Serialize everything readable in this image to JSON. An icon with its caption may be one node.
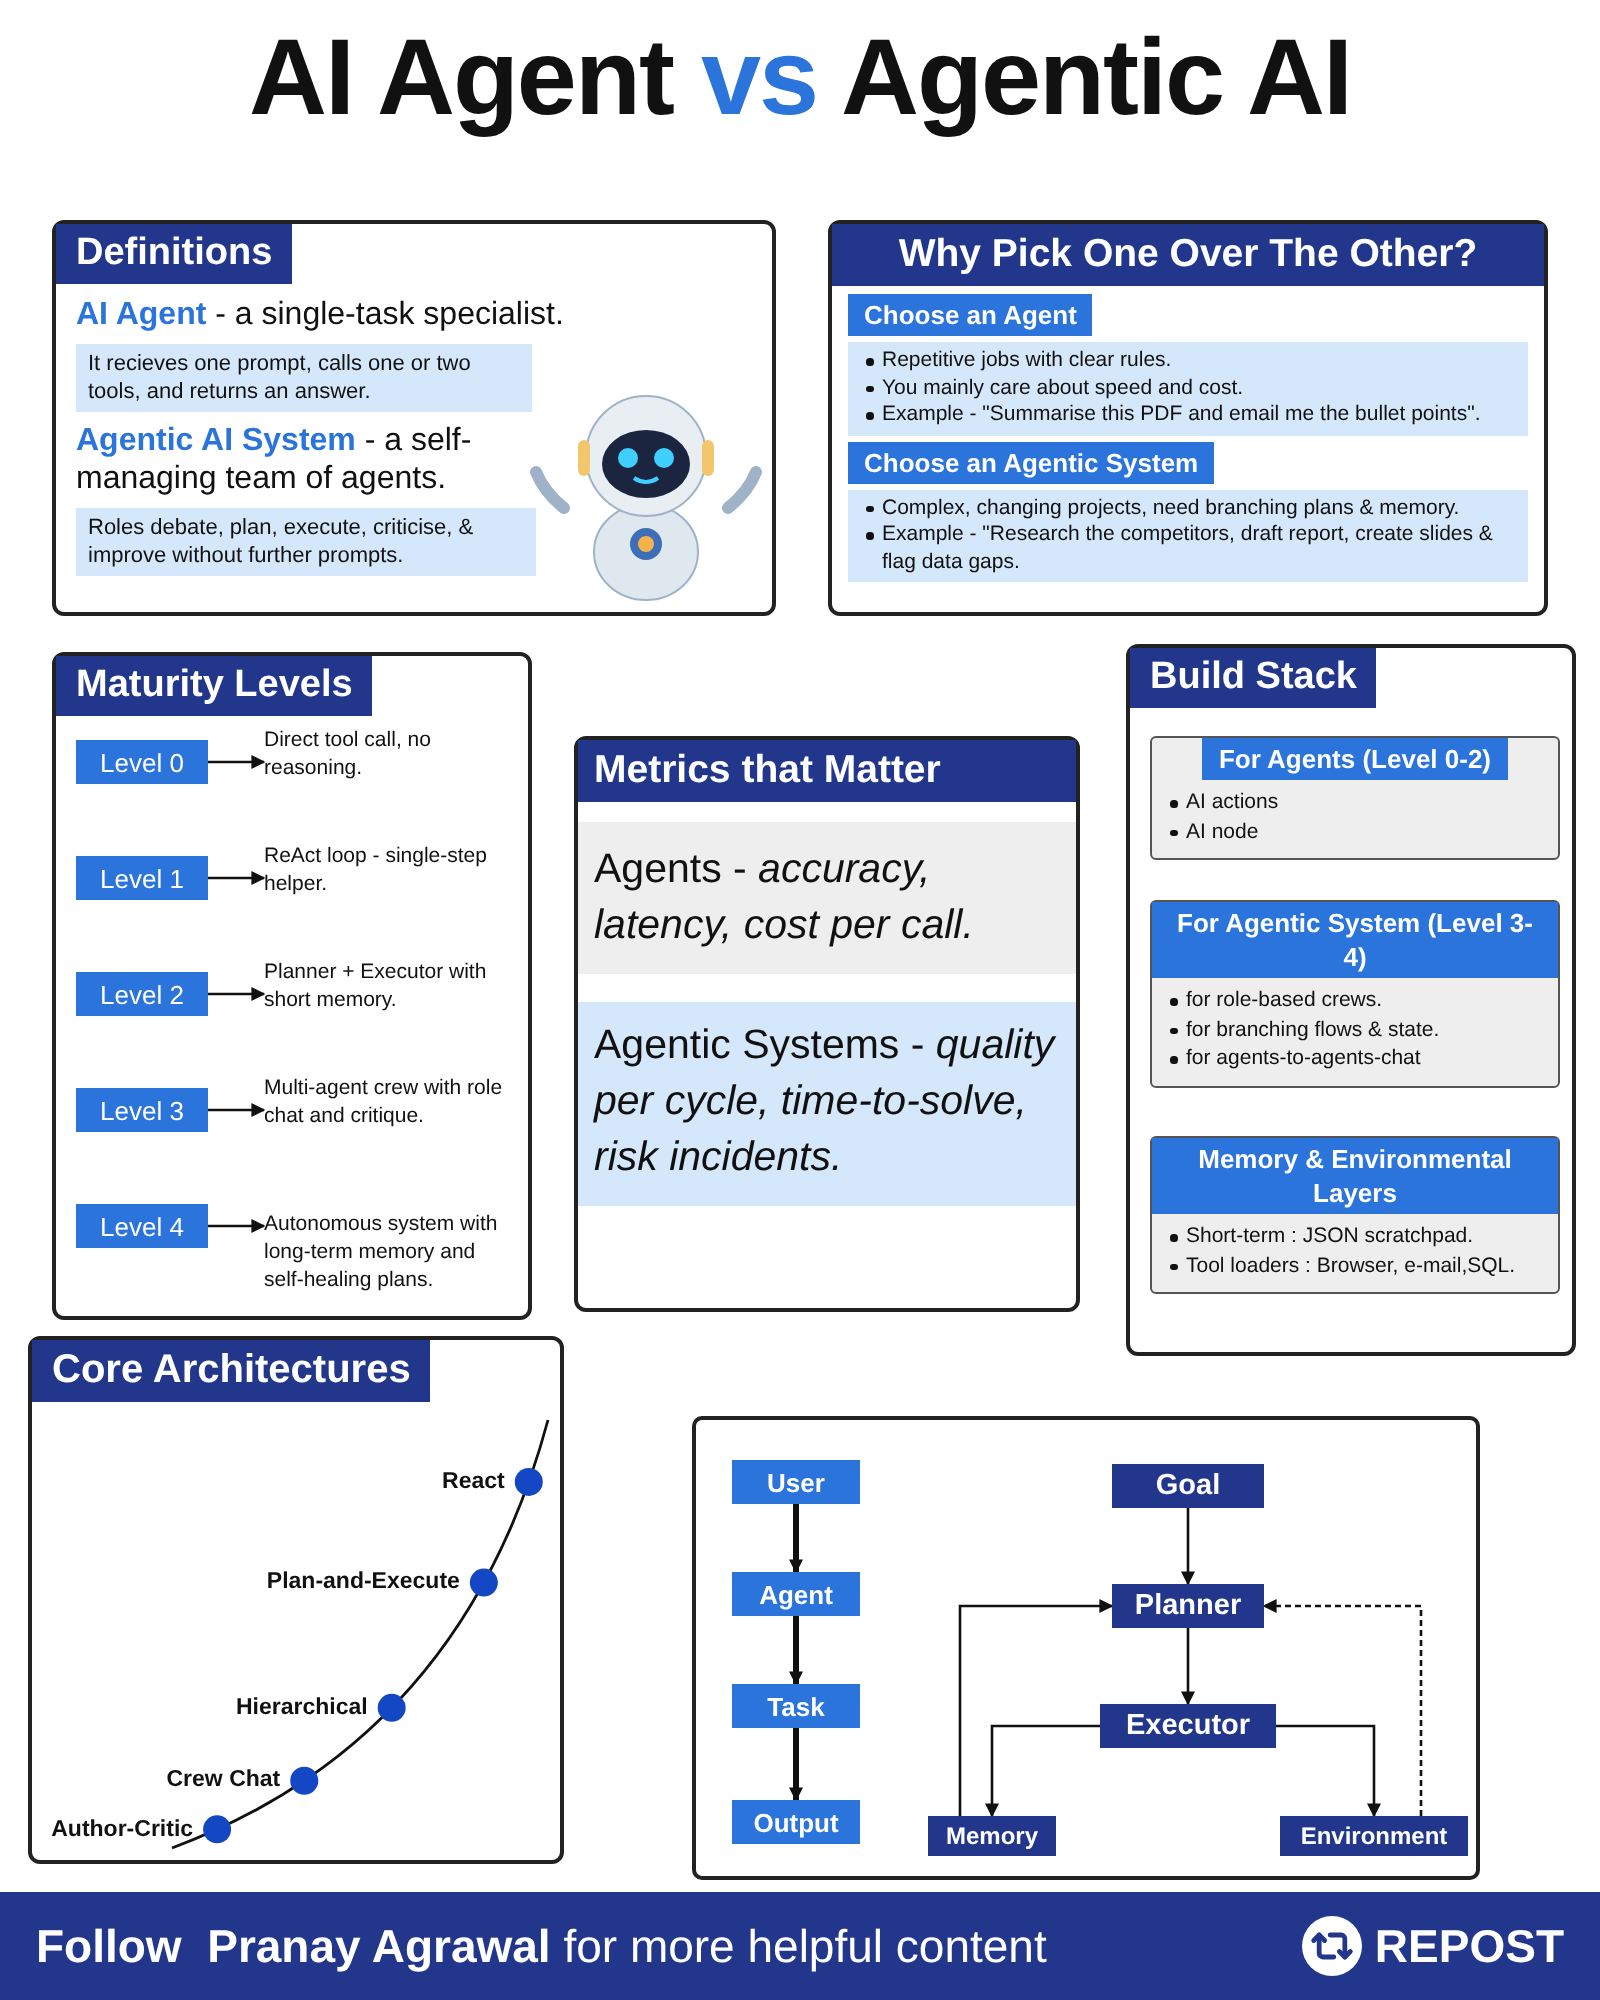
{
  "diagram": {
    "title": "AI Agent **vs** Agentic AI",
    "nodes": [
      {
        "text": [
          "Definitions",
          "**AI Agent** - a single-task specialist.",
          "It recieves one prompt, calls one or two tools, and returns an answer.",
          "**Agentic AI System** - a self-managing team of agents.",
          "Roles debate, plan, execute, criticise, & improve without further prompts."
        ]
      },
      {
        "text": [
          "Why Pick One Over The Other?",
          "Choose an Agent",
          "Repetitive jobs with clear rules.",
          "You mainly care about speed and cost.",
          "Example - \"Summarise this PDF and email me the bullet points\".",
          "Choose an Agentic System",
          "Complex, changing projects, need branching plans & memory.",
          "Example - \"Research the competitors, draft report, create slides & flag data gaps."
        ]
      },
      {
        "text": [
          "Maturity Levels"
        ]
      },
      {
        "text": [
          "Level 0"
        ],
        "in": 2
      },
      {
        "text": [
          "Direct tool call, no reasoning."
        ],
        "in": 2
      },
      {
        "text": [
          "Level 1"
        ],
        "in": 2
      },
      {
        "text": [
          "ReAct loop - single-step helper."
        ],
        "in": 2
      },
      {
        "text": [
          "Level 2"
        ],
        "in": 2
      },
      {
        "text": [
          "Planner + Executor with short memory."
        ],
        "in": 2
      },
      {
        "text": [
          "Level 3"
        ],
        "in": 2
      },
      {
        "text": [
          "Multi-agent crew with role chat and critique."
        ],
        "in": 2
      },
      {
        "text": [
          "Level 4"
        ],
        "in": 2
      },
      {
        "text": [
          "Autonomous system with long-term memory and self-healing plans."
        ],
        "in": 2
      },
      {
        "text": [
          "Metrics that Matter",
          "Agents - *accuracy, latency, cost per call.*",
          "Agentic Systems - *quality per cycle, time-to-solve, risk incidents.*"
        ]
      },
      {
        "text": [
          "Build Stack"
        ]
      },
      {
        "text": [
          "For Agents (Level 0-2)",
          "AI actions",
          "AI node"
        ],
        "in": 14
      },
      {
        "text": [
          "For Agentic System (Level 3-4)",
          "for role-based crews.",
          "for branching flows & state.",
          "for agents-to-agents-chat"
        ],
        "in": 14
      },
      {
        "text": [
          "Memory & Environmental Layers",
          "Short-term : JSON scratchpad.",
          "Tool loaders : Browser, e-mail,SQL."
        ],
        "in": 14
      },
      {
        "text": [
          "Core Architectures",
          "React",
          "Plan-and-Execute",
          "Hierarchical",
          "Crew Chat",
          "Author-Critic"
        ]
      },
      {
        "text": [],
        "shape": "box"
      },
      {
        "text": [
          "User"
        ],
        "in": 19
      },
      {
        "text": [
          "Agent"
        ],
        "in": 19
      },
      {
        "text": [
          "Task"
        ],
        "in": 19
      },
      {
        "text": [
          "Output"
        ],
        "in": 19
      },
      {
        "text": [
          "Goal"
        ],
        "in": 19
      },
      {
        "text": [
          "Planner"
        ],
        "in": 19
      },
      {
        "text": [
          "Executor"
        ],
        "in": 19
      },
      {
        "text": [
          "Memory"
        ],
        "in": 19
      },
      {
        "text": [
          "Environment"
        ],
        "in": 19
      }
    ],
    "edges": [
      {
        "from": 3,
        "to": 4,
        "arrow": "to"
      },
      {
        "from": 5,
        "to": 6,
        "arrow": "to"
      },
      {
        "from": 7,
        "to": 8,
        "arrow": "to"
      },
      {
        "from": 9,
        "to": 10,
        "arrow": "to"
      },
      {
        "from": 11,
        "to": 12,
        "arrow": "to"
      },
      {
        "from": 20,
        "to": 21,
        "arrow": "to",
        "style": "thick"
      },
      {
        "from": 21,
        "to": 22,
        "arrow": "to",
        "style": "thick"
      },
      {
        "from": 22,
        "to": 23,
        "arrow": "to",
        "style": "thick"
      },
      {
        "from": 24,
        "to": 25,
        "arrow": "to"
      },
      {
        "from": 25,
        "to": 26,
        "arrow": "to"
      },
      {
        "from": 26,
        "to": 27,
        "arrow": "to"
      },
      {
        "from": 26,
        "to": 28,
        "arrow": "to"
      },
      {
        "from": 27,
        "to": 25,
        "arrow": "to"
      },
      {
        "from": 28,
        "to": 25,
        "arrow": "to",
        "style": "dashed"
      }
    ],
    "labels": [
      "**Follow  Pranay Agrawal** for more helpful content",
      "REPOST"
    ]
  }
}
